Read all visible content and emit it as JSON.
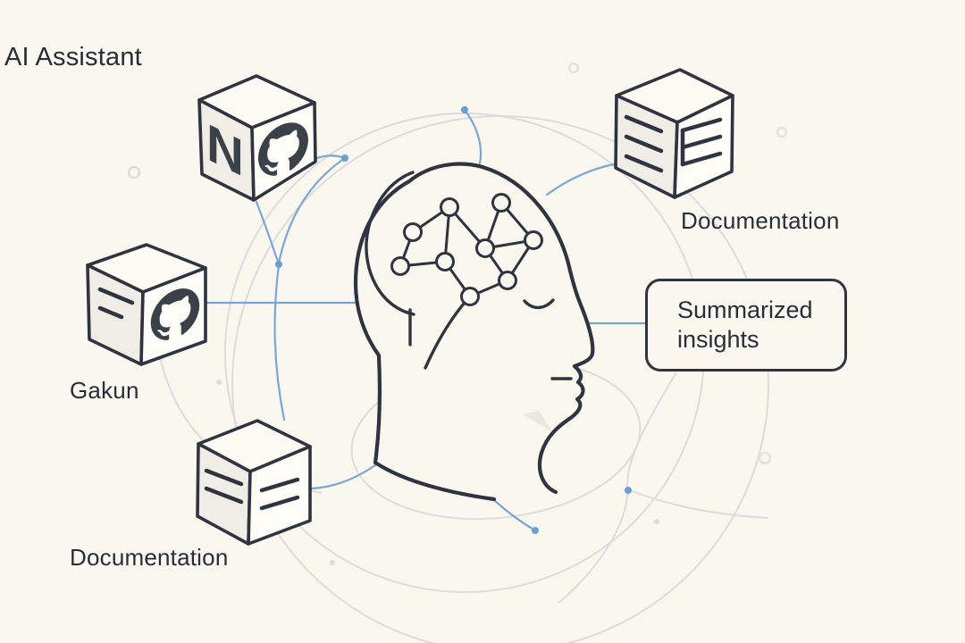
{
  "title": "AI Assistant",
  "colors": {
    "background": "#faf7ef",
    "ink": "#2e3440",
    "connector_blue": "#7aa6d6",
    "decor_gray": "#d9d9dc"
  },
  "cubes": {
    "notion_github": {
      "letter": "N",
      "icons": [
        "letter-n",
        "github-octocat"
      ]
    },
    "gakun": {
      "label": "Gakun",
      "icons": [
        "text-lines",
        "github-octocat"
      ]
    },
    "docs_bottom_left": {
      "label": "Documentation",
      "icons": [
        "text-lines",
        "text-lines"
      ]
    },
    "docs_top_right": {
      "label": "Documentation",
      "icons": [
        "text-lines",
        "document-e"
      ]
    }
  },
  "output": {
    "label": "Summarized insights"
  },
  "center": {
    "name": "human-head-with-neural-network"
  }
}
